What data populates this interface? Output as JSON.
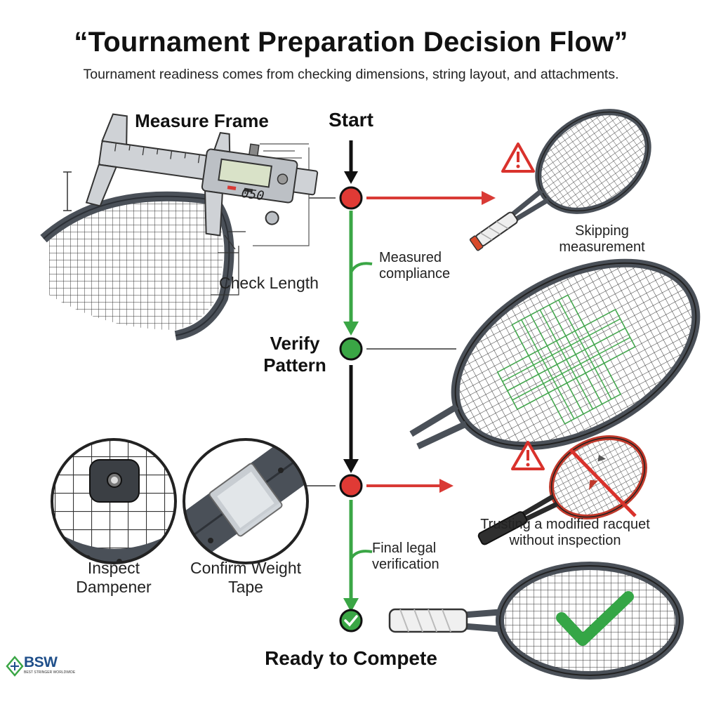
{
  "title": "“Tournament Preparation Decision Flow”",
  "subtitle": "Tournament readiness comes from checking dimensions, string layout, and attachments.",
  "flow": {
    "start_label": "Start",
    "measure_frame_label": "Measure Frame",
    "check_length_label": "Check Length",
    "caliper_reading": "050",
    "skip_measurement_label": "Skipping measurement",
    "measured_compliance_label": "Measured compliance",
    "verify_pattern_label": "Verify Pattern",
    "inspect_dampener_label": "Inspect Dampener",
    "confirm_weight_tape_label": "Confirm Weight Tape",
    "modified_racquet_label": "Trusting a modified racquet without inspection",
    "final_verification_label": "Final legal verification",
    "ready_label": "Ready to Compete"
  },
  "logo": {
    "name": "BSW",
    "tagline": "BEST STRINGER WORLDWIDE"
  },
  "colors": {
    "red_node": "#e03a35",
    "green_node": "#3aa645",
    "red_arrow": "#d93a35",
    "green_arrow": "#3aa645",
    "racquet_frame": "#4a5058",
    "warning": "#d9322c"
  }
}
